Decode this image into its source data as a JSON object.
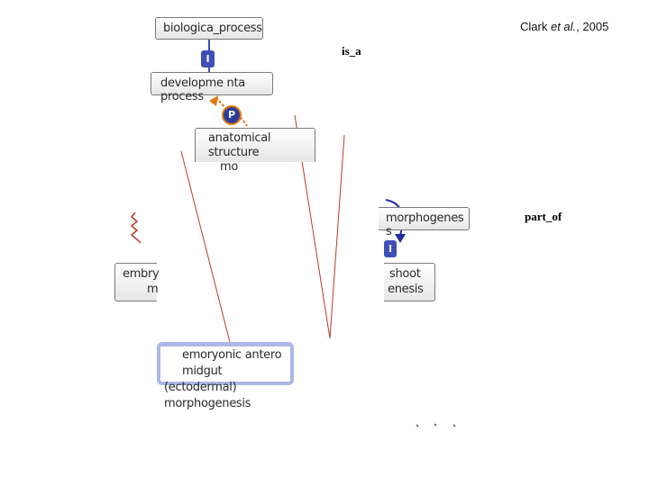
{
  "citation": {
    "author": "Clark",
    "etal": "et al.",
    "year": ", 2005"
  },
  "labels": {
    "is_a": "is_a",
    "part_of": "part_of"
  },
  "nodes": {
    "biological_process": "biologica_process",
    "developmental_process": "developme nta process",
    "anatomical_structure_1": "anatomical structure",
    "anatomical_structure_2": "mo",
    "morphogenesis": "morphogenes s",
    "embryonic_1": "embry",
    "embryonic_2": "m",
    "shoot_1": "shoot",
    "shoot_2": "enesis",
    "embryonic_anterior_1": "emoryonic antero midgut",
    "embryonic_anterior_2": "(ectodermal) morphogenesis"
  },
  "badges": {
    "is_a_1": "I",
    "part_of": "P",
    "is_a_2": "I"
  },
  "colors": {
    "is_a_badge": "#3f4fb8",
    "part_of_badge": "#e07a10",
    "red_line": "#c0392b",
    "highlight_border": "#aab8e6"
  }
}
